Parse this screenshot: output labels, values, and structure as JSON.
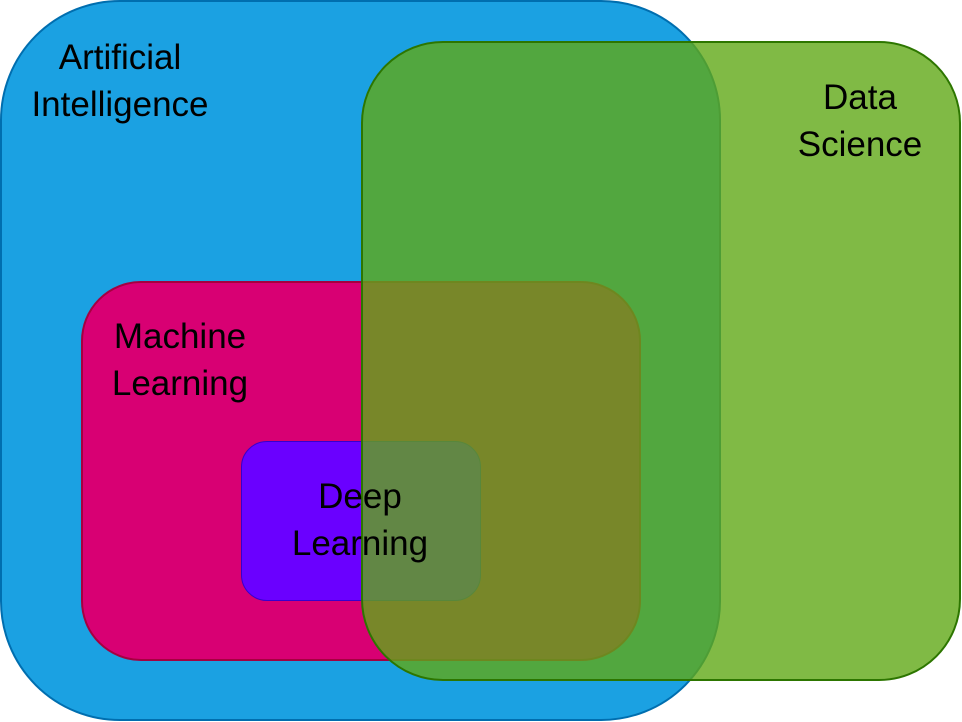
{
  "diagram": {
    "type": "nested-venn-rounded-rectangles",
    "sets": [
      {
        "id": "ai",
        "lines": [
          "Artificial",
          "Intelligence"
        ],
        "fill": "#1ba1e2",
        "stroke": "#006eaf",
        "contains": [
          "ml"
        ]
      },
      {
        "id": "ml",
        "lines": [
          "Machine",
          "Learning"
        ],
        "fill": "#d80073",
        "stroke": "#a50040",
        "contains": [
          "dl"
        ]
      },
      {
        "id": "dl",
        "lines": [
          "Deep",
          "Learning"
        ],
        "fill": "#6a00ff",
        "stroke": "#3700cc",
        "contains": []
      },
      {
        "id": "ds",
        "lines": [
          "Data",
          "Science"
        ],
        "fill": "#60a917",
        "stroke": "#2d7600",
        "overlaps": [
          "ai",
          "ml",
          "dl"
        ]
      }
    ]
  }
}
